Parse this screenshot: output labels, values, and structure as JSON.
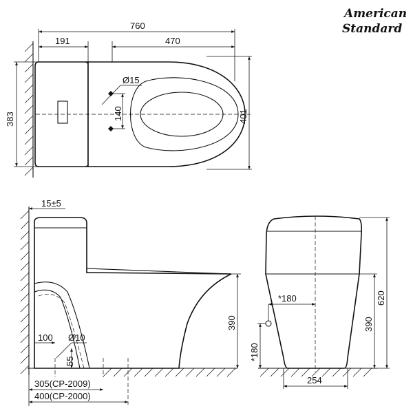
{
  "brand": {
    "line1": "American",
    "line2": "Standard"
  },
  "top_view": {
    "overall_length": "760",
    "tank_depth": "191",
    "bowl_length": "470",
    "tank_width": "383",
    "bowl_width": "401",
    "hole_diameter": "Ø15",
    "hole_spacing": "140"
  },
  "side_view": {
    "wall_gap": "15±5",
    "seat_height": "390",
    "drain_offset_short": "100",
    "drain_diameter": "Ø10",
    "drain_height": "55",
    "roughin_1": "305(CP-2009)",
    "roughin_2": "400(CP-2000)"
  },
  "front_view": {
    "supply_offset": "*180",
    "supply_height": "*180",
    "seat_height": "390",
    "overall_height": "620",
    "base_width": "254"
  }
}
